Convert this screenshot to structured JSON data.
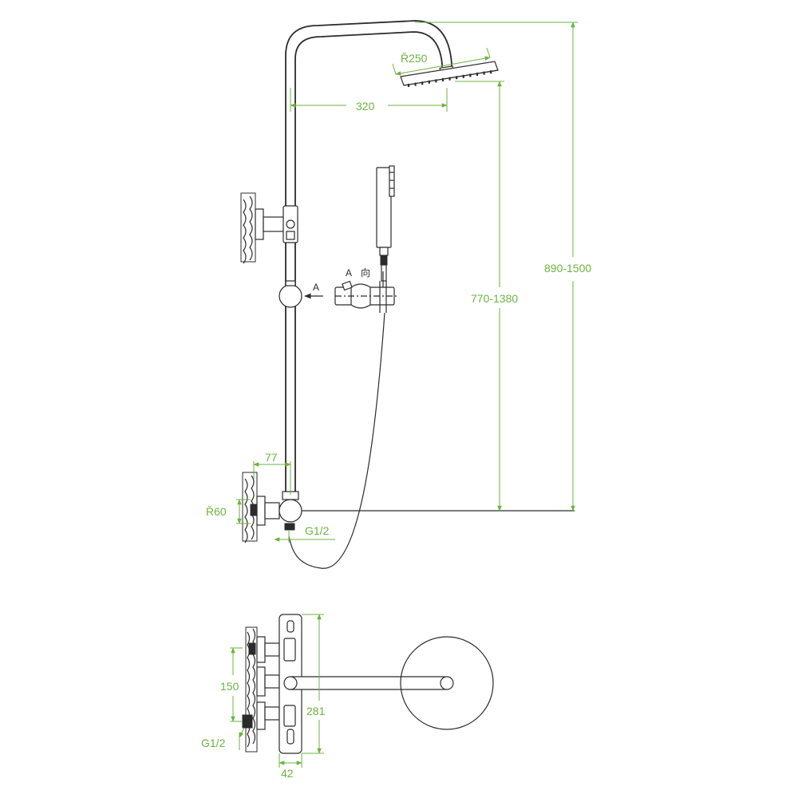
{
  "colors": {
    "dimension": "#6cb33f",
    "line": "#2b2b2b"
  },
  "dims": {
    "r250": "Ř250",
    "d320": "320",
    "d890_1500": "890-1500",
    "d770_1380": "770-1380",
    "d77": "77",
    "r60": "Ř60",
    "g12_top": "G1/2",
    "d150": "150",
    "d281": "281",
    "g12_bottom": "G1/2",
    "d42": "42"
  },
  "labels": {
    "view_a": "A",
    "view_a_dir_a": "A",
    "view_a_dir_b": "向"
  }
}
